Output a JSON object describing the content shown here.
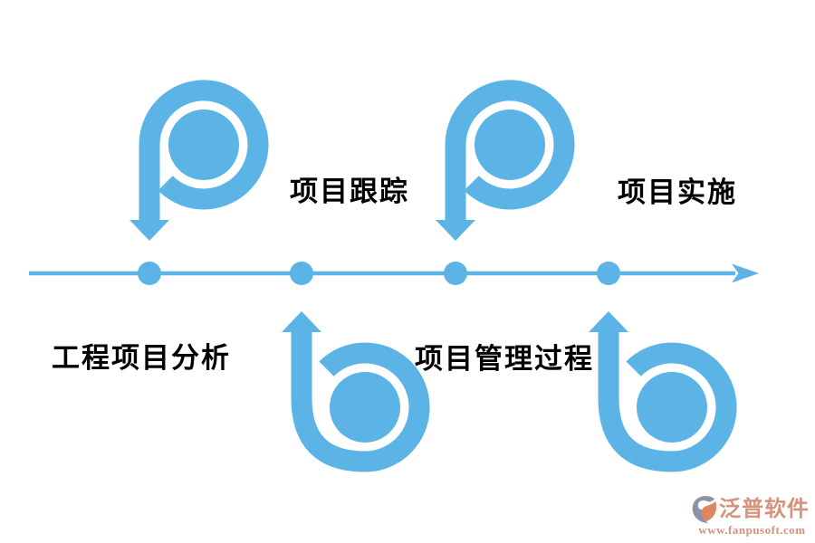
{
  "diagram": {
    "type": "process-timeline",
    "timeline": {
      "direction": "left-to-right",
      "milestone_count": 4,
      "milestones": [
        {
          "index": 1,
          "label": "工程项目分析",
          "label_side": "below",
          "arrow_from": "above",
          "glyph": "p-spiral-down-arrow-icon"
        },
        {
          "index": 2,
          "label": "项目跟踪",
          "label_side": "above",
          "arrow_from": "below",
          "glyph": "b-spiral-up-arrow-icon"
        },
        {
          "index": 3,
          "label": "项目管理过程",
          "label_side": "below",
          "arrow_from": "above",
          "glyph": "p-spiral-down-arrow-icon"
        },
        {
          "index": 4,
          "label": "项目实施",
          "label_side": "above",
          "arrow_from": "below",
          "glyph": "b-spiral-up-arrow-icon"
        }
      ]
    },
    "icons": {
      "milestone_above": "p-spiral-down-arrow-icon",
      "milestone_below": "b-spiral-up-arrow-icon",
      "timeline_end": "right-arrowhead-icon",
      "watermark_logo": "fanpu-swoosh-logo-icon"
    }
  },
  "watermark": {
    "brand": "泛普软件",
    "url": "www.fanpusoft.com"
  },
  "colors": {
    "primary": "#5BB4E5",
    "label_text": "#000000",
    "watermark_text": "#D4937A",
    "logo_gray": "#8C93A6",
    "logo_orange": "#DE8660",
    "background": "#FFFFFF"
  }
}
